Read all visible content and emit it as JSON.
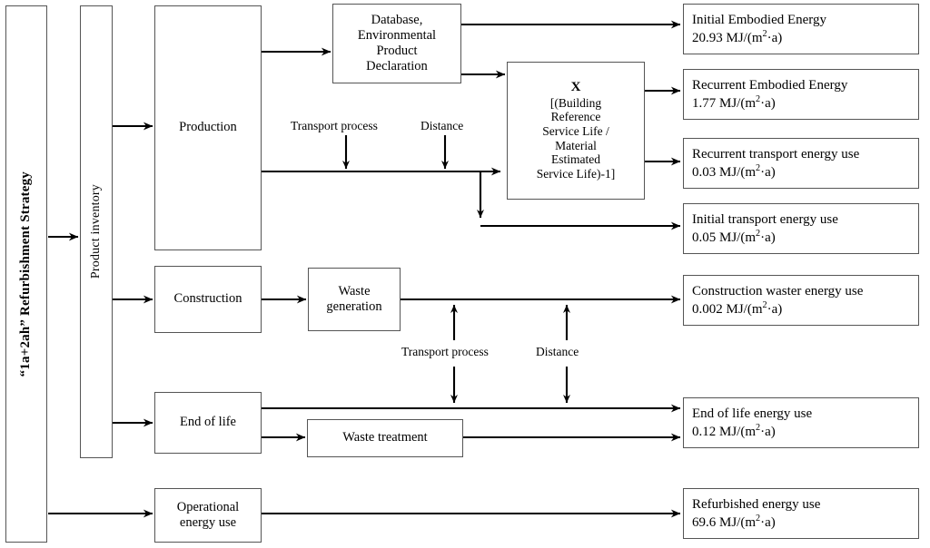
{
  "diagram": {
    "title_strategy": "“1a+2ah” Refurbishment Strategy",
    "inventory": "Product  inventory",
    "stages": {
      "production": "Production",
      "construction": "Construction",
      "end_of_life": "End of life",
      "operational": "Operational\nenergy use"
    },
    "process_nodes": {
      "database": "Database,\nEnvironmental\nProduct\nDeclaration",
      "waste_generation": "Waste\ngeneration",
      "waste_treatment": "Waste treatment"
    },
    "multiplier": {
      "symbol": "X",
      "formula": "[(Building\nReference\nService Life /\nMaterial\nEstimated\nService Life)-1]"
    },
    "edge_labels": {
      "transport_process_top": "Transport process",
      "distance_top": "Distance",
      "transport_process_mid": "Transport process",
      "distance_mid": "Distance"
    },
    "outputs": [
      {
        "name": "Initial Embodied Energy",
        "value": "20.93",
        "unit_pre": "MJ/(m",
        "unit_sup": "2",
        "unit_post": "·a)"
      },
      {
        "name": "Recurrent Embodied Energy",
        "value": "1.77",
        "unit_pre": "MJ/(m",
        "unit_sup": "2",
        "unit_post": "·a)"
      },
      {
        "name": "Recurrent transport energy use",
        "value": "0.03",
        "unit_pre": "MJ/(m",
        "unit_sup": "2",
        "unit_post": "·a)"
      },
      {
        "name": "Initial transport energy use",
        "value": "0.05",
        "unit_pre": "MJ/(m",
        "unit_sup": "2",
        "unit_post": "·a)"
      },
      {
        "name": "Construction waster energy use",
        "value": "0.002",
        "unit_pre": "MJ/(m",
        "unit_sup": "2",
        "unit_post": "·a)"
      },
      {
        "name": "End of life energy use",
        "value": "0.12",
        "unit_pre": "MJ/(m",
        "unit_sup": "2",
        "unit_post": "·a)"
      },
      {
        "name": "Refurbished energy use",
        "value": "69.6",
        "unit_pre": "MJ/(m",
        "unit_sup": "2",
        "unit_post": "·a)"
      }
    ],
    "colors": {
      "stroke": "#000000",
      "box_border": "#555555",
      "background": "#ffffff"
    }
  }
}
